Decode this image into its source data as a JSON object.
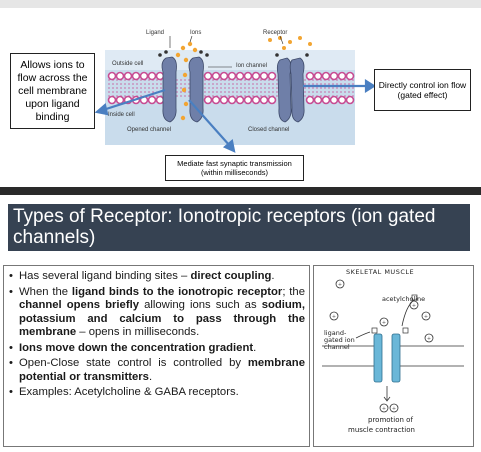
{
  "diagram": {
    "labels": {
      "ligand": "Ligand",
      "ions": "Ions",
      "receptor": "Receptor",
      "outside_cell": "Outside cell",
      "ion_channel": "Ion channel",
      "inside_cell": "Inside cell",
      "opened_channel": "Opened channel",
      "closed_channel": "Closed channel"
    },
    "left_callout": "Allows ions to flow across the cell membrane upon ligand binding",
    "right_callout": "Directly control ion flow (gated effect)",
    "bottom_callout": "Mediate fast synaptic transmission (within milliseconds)"
  },
  "slide": {
    "title": "Types of Receptor: Ionotropic receptors (ion gated channels)",
    "bullets": [
      {
        "pre": "Has several ligand binding sites – ",
        "bold": "direct coupling",
        "post": "."
      },
      {
        "pre": "When the ",
        "bold": "ligand binds to the ionotropic receptor",
        "post": ";",
        "pre2": " the ",
        "bold2": "channel opens briefly",
        "post2": " allowing ions such as ",
        "bold3": "sodium, potassium and calcium to pass through the membrane",
        "post3": " – opens in milliseconds."
      },
      {
        "pre": "",
        "bold": "Ions move down the concentration gradient",
        "post": "."
      },
      {
        "pre": "Open-Close state control is controlled by ",
        "bold": "membrane potential or transmitters",
        "post": "."
      },
      {
        "pre": "Examples: Acetylcholine & GABA receptors.",
        "bold": "",
        "post": ""
      }
    ]
  },
  "sketch": {
    "title": "SKELETAL MUSCLE",
    "acetylcholine": "acetylcholine",
    "ligand_label_1": "ligand-",
    "ligand_label_2": "gated ion",
    "ligand_label_3": "channel",
    "promotion_1": "promotion of",
    "promotion_2": "muscle contraction",
    "plus_sign": "+"
  },
  "colors": {
    "title_bg": "#364252",
    "membrane_pink": "#d774a8",
    "channel_blue": "#7d8fb8",
    "sketch_blue": "#6ab7d8",
    "arrow_blue": "#4a7fc1"
  }
}
